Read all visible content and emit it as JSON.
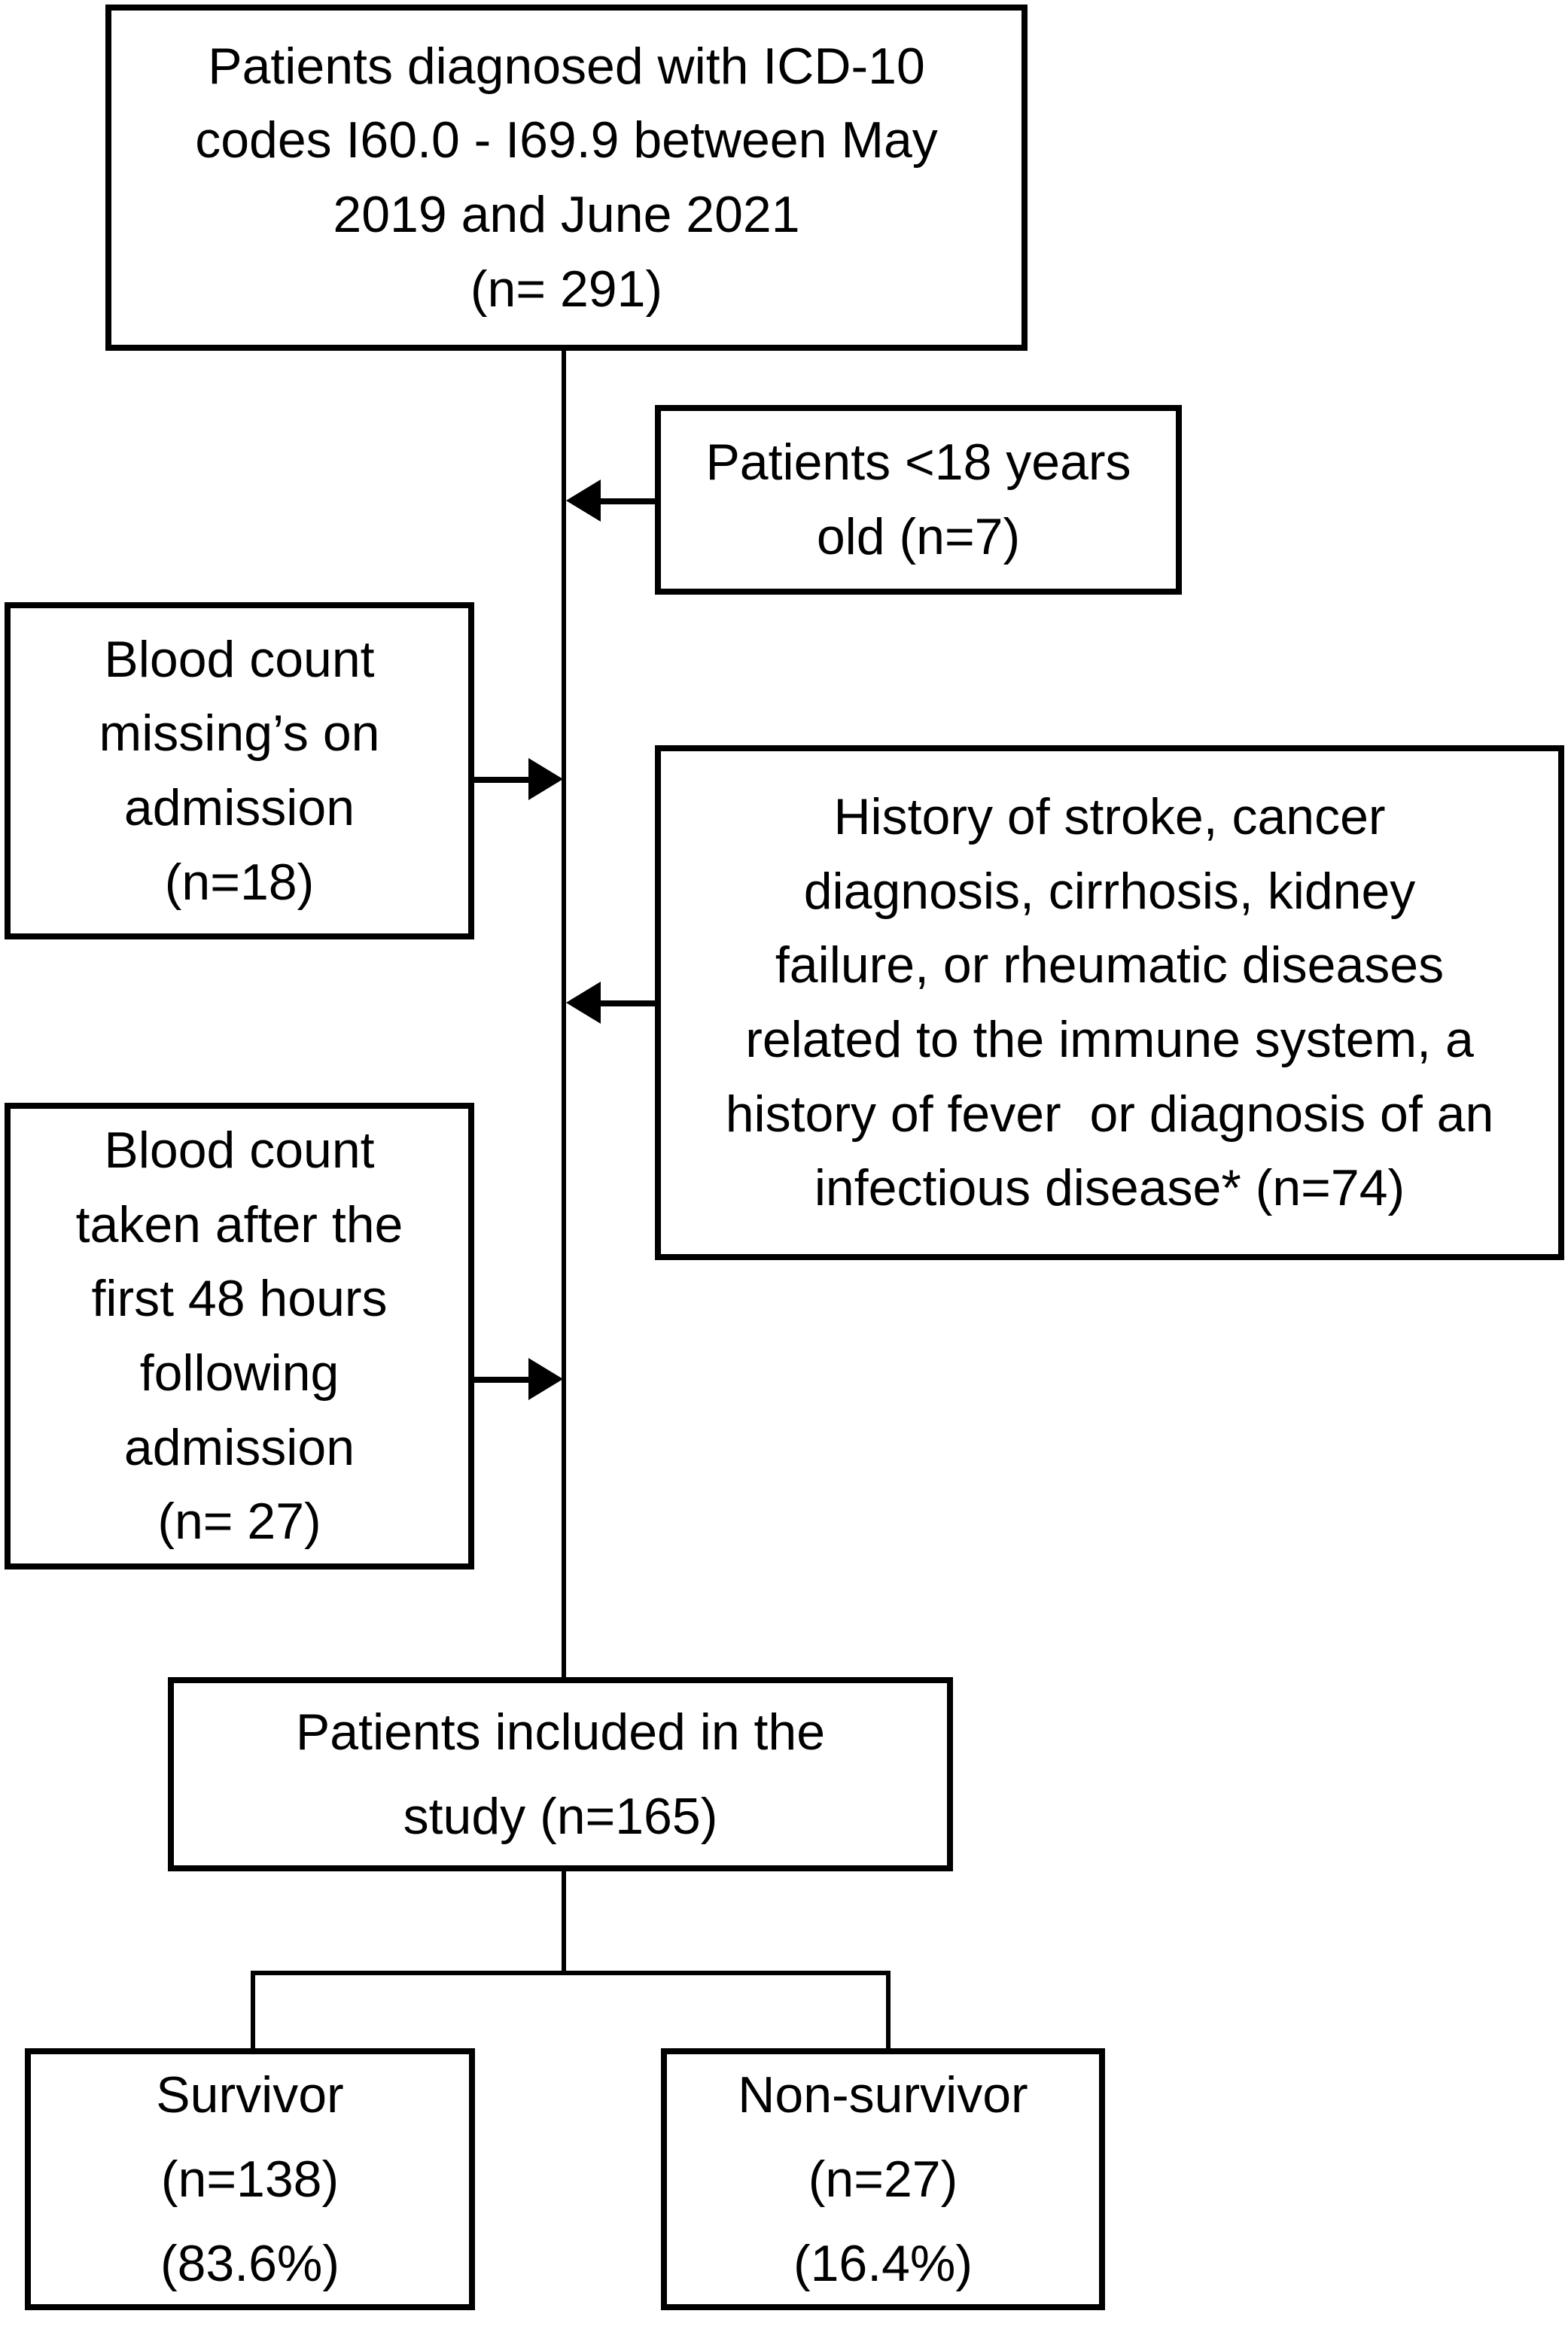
{
  "figure": {
    "type": "patient-flow-diagram",
    "ink_color": "#000000",
    "background_color": "#ffffff"
  },
  "boxes": {
    "diagnosed": {
      "lines": [
        "Patients diagnosed with ICD-10",
        "codes I60.0 - I69.9 between May",
        "2019 and June 2021",
        "(n= 291)"
      ]
    },
    "under18": {
      "lines": [
        "Patients <18 years",
        "old (n=7)"
      ]
    },
    "missing": {
      "lines": [
        "Blood count",
        "missing’s on",
        "admission",
        "(n=18)"
      ]
    },
    "history": {
      "lines": [
        "History of stroke, cancer",
        "diagnosis, cirrhosis, kidney",
        "failure, or rheumatic diseases",
        "related to the immune system, a",
        "history of fever  or diagnosis of an",
        "infectious disease* (n=74)"
      ]
    },
    "late48": {
      "lines": [
        "Blood count",
        "taken after the",
        "first 48 hours",
        "following",
        "admission",
        "(n= 27)"
      ]
    },
    "included": {
      "lines": [
        "Patients included in the",
        "study (n=165)"
      ]
    },
    "survivor": {
      "lines": [
        "Survivor",
        "(n=138)",
        "(83.6%)"
      ]
    },
    "nonsurvivor": {
      "lines": [
        "Non-survivor",
        "(n=27)",
        "(16.4%)"
      ]
    }
  }
}
